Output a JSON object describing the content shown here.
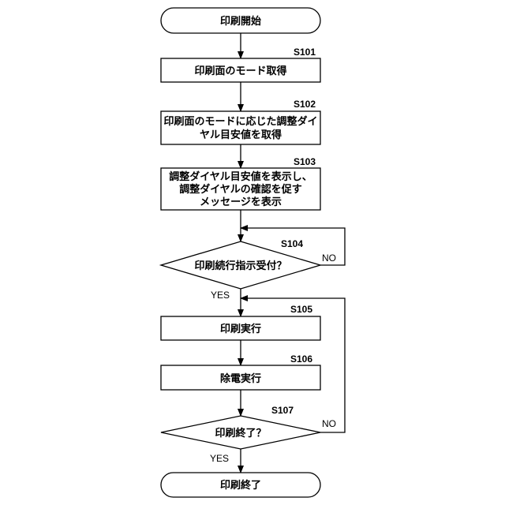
{
  "flowchart": {
    "start": "印刷開始",
    "end": "印刷終了",
    "steps": [
      {
        "id": "S101",
        "lines": [
          "印刷面のモード取得"
        ]
      },
      {
        "id": "S102",
        "lines": [
          "印刷面のモードに応じた調整ダイ",
          "ヤル目安値を取得"
        ]
      },
      {
        "id": "S103",
        "lines": [
          "調整ダイヤル目安値を表示し、",
          "調整ダイヤルの確認を促す",
          "メッセージを表示"
        ]
      },
      {
        "id": "S105",
        "lines": [
          "印刷実行"
        ]
      },
      {
        "id": "S106",
        "lines": [
          "除電実行"
        ]
      }
    ],
    "decisions": [
      {
        "id": "S104",
        "text": "印刷続行指示受付？",
        "yes": "YES",
        "no": "NO"
      },
      {
        "id": "S107",
        "text": "印刷終了？",
        "yes": "YES",
        "no": "NO"
      }
    ]
  },
  "colors": {
    "stroke": "#000000",
    "fill": "#ffffff"
  }
}
